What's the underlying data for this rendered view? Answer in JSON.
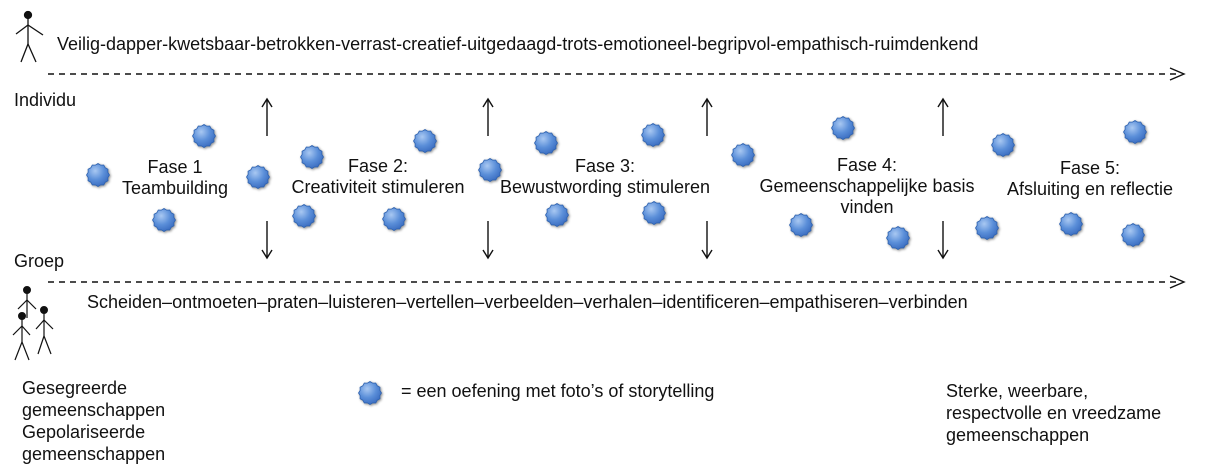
{
  "top_traits": "Veilig-dapper-kwetsbaar-betrokken-verrast-creatief-uitgedaagd-trots-emotioneel-begripvol-empathisch-ruimdenkend",
  "bottom_actions": "Scheiden–ontmoeten–praten–luisteren–vertellen–verbeelden–verhalen–identificeren–empathiseren–verbinden",
  "axis_labels": {
    "top": "Individu",
    "bottom": "Groep"
  },
  "phases": [
    {
      "line1": "Fase 1",
      "line2": "Teambuilding",
      "line3": ""
    },
    {
      "line1": "Fase 2:",
      "line2": "Creativiteit stimuleren",
      "line3": ""
    },
    {
      "line1": "Fase 3:",
      "line2": "Bewustwording stimuleren",
      "line3": ""
    },
    {
      "line1": "Fase 4:",
      "line2": "Gemeenschappelijke basis",
      "line3": "vinden"
    },
    {
      "line1": "Fase 5:",
      "line2": "Afsluiting  en reflectie",
      "line3": ""
    }
  ],
  "start_state": {
    "a_line1": "Gesegreerde",
    "a_line2": "gemeenschappen",
    "b_line1": "Gepolariseerde",
    "b_line2": "gemeenschappen"
  },
  "legend_text": "= een oefening met foto’s of storytelling",
  "end_state": {
    "line1": "Sterke, weerbare,",
    "line2": "respectvolle en vreedzame",
    "line3": "gemeenschappen"
  },
  "colors": {
    "bubble_fill": "#5b8fd9",
    "bubble_edge": "#2f63b0",
    "line": "#111111"
  },
  "icons": {
    "individual": "person-icon",
    "group": "group-of-people-icon",
    "exercise": "blue-badge-icon"
  }
}
